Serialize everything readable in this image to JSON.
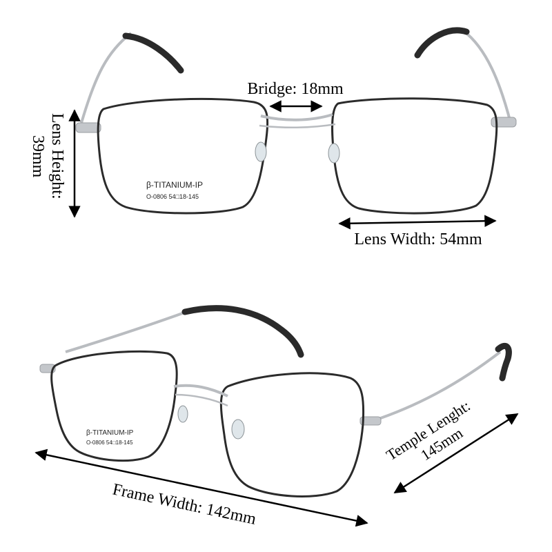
{
  "labels": {
    "bridge": "Bridge: 18mm",
    "lens_height_1": "Lens Height:",
    "lens_height_2": "39mm",
    "lens_width": "Lens Width: 54mm",
    "frame_width": "Frame Width:  142mm",
    "temple_1": "Temple Lenght:",
    "temple_2": "145mm"
  },
  "imprint": {
    "line1": "β-TITANIUM-IP",
    "line2": "O-0806 54□18-145"
  },
  "colors": {
    "rim": "#2b2b2b",
    "metal": "#b9bcc0",
    "tip": "#2a2a2a",
    "arrow": "#000000"
  }
}
